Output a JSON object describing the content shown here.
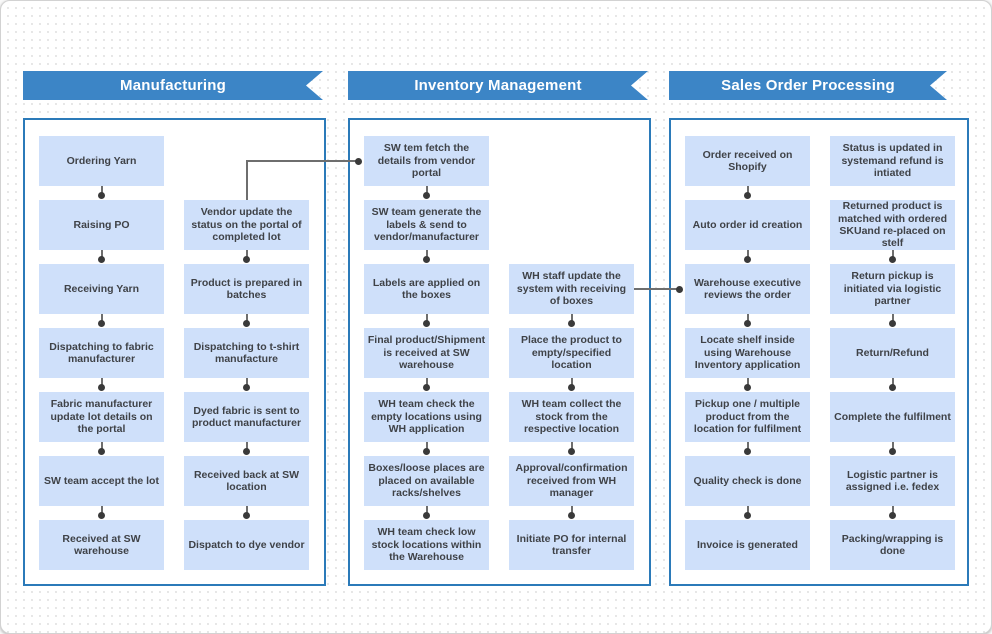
{
  "diagram": {
    "colors": {
      "banner_blue": "#3c85c6",
      "lane_border_blue": "#2b7ab9",
      "box_fill": "#cfe0fa",
      "box_text": "#3f4247",
      "connector_line": "#6e6e6e",
      "connector_dot": "#3a3a3a"
    },
    "lanes": [
      {
        "title": "Manufacturing",
        "columns": [
          {
            "boxes": [
              {
                "row": 0,
                "label": "Ordering Yarn"
              },
              {
                "row": 1,
                "label": "Raising PO"
              },
              {
                "row": 2,
                "label": "Receiving Yarn"
              },
              {
                "row": 3,
                "label": "Dispatching to fabric manufacturer"
              },
              {
                "row": 4,
                "label": "Fabric manufacturer update lot details on the portal"
              },
              {
                "row": 5,
                "label": "SW team accept the lot"
              },
              {
                "row": 6,
                "label": "Received at SW warehouse"
              }
            ]
          },
          {
            "boxes": [
              {
                "row": 1,
                "label": "Vendor update the status on the portal of completed lot"
              },
              {
                "row": 2,
                "label": "Product is prepared in batches"
              },
              {
                "row": 3,
                "label": "Dispatching to t-shirt manufacture"
              },
              {
                "row": 4,
                "label": "Dyed fabric is sent to product manufacturer"
              },
              {
                "row": 5,
                "label": "Received back at SW location"
              },
              {
                "row": 6,
                "label": "Dispatch to dye vendor"
              }
            ]
          }
        ]
      },
      {
        "title": "Inventory Management",
        "columns": [
          {
            "boxes": [
              {
                "row": 0,
                "label": "SW tem fetch the details from vendor portal"
              },
              {
                "row": 1,
                "label": "SW team generate the labels & send to vendor/manufacturer"
              },
              {
                "row": 2,
                "label": "Labels are applied on the boxes"
              },
              {
                "row": 3,
                "label": "Final product/Shipment is received at SW warehouse"
              },
              {
                "row": 4,
                "label": "WH team check the empty locations using WH application"
              },
              {
                "row": 5,
                "label": "Boxes/loose places are placed on available racks/shelves"
              },
              {
                "row": 6,
                "label": "WH team check low stock locations within the Warehouse"
              }
            ]
          },
          {
            "boxes": [
              {
                "row": 2,
                "label": "WH staff update the system with receiving of boxes"
              },
              {
                "row": 3,
                "label": "Place the product to empty/specified location"
              },
              {
                "row": 4,
                "label": "WH team collect the stock from the respective location"
              },
              {
                "row": 5,
                "label": "Approval/confirmation received from WH manager"
              },
              {
                "row": 6,
                "label": "Initiate PO for internal transfer"
              }
            ]
          }
        ]
      },
      {
        "title": "Sales Order Processing",
        "columns": [
          {
            "boxes": [
              {
                "row": 0,
                "label": "Order received on Shopify"
              },
              {
                "row": 1,
                "label": "Auto order id creation"
              },
              {
                "row": 2,
                "label": "Warehouse executive reviews the order"
              },
              {
                "row": 3,
                "label": "Locate shelf inside using Warehouse Inventory application"
              },
              {
                "row": 4,
                "label": "Pickup one / multiple product from the location for fulfilment"
              },
              {
                "row": 5,
                "label": "Quality check is done"
              },
              {
                "row": 6,
                "label": "Invoice is generated"
              }
            ]
          },
          {
            "boxes": [
              {
                "row": 0,
                "label": "Status is updated in systemand refund is intiated",
                "connector_below": false
              },
              {
                "row": 1,
                "label": "Returned product is matched with ordered SKUand re-placed on stelf"
              },
              {
                "row": 2,
                "label": "Return pickup is initiated via logistic partner"
              },
              {
                "row": 3,
                "label": "Return/Refund"
              },
              {
                "row": 4,
                "label": "Complete the fulfilment"
              },
              {
                "row": 5,
                "label": "Logistic partner is assigned i.e. fedex"
              },
              {
                "row": 6,
                "label": "Packing/wrapping is done"
              }
            ]
          }
        ]
      }
    ],
    "cross_connectors": [
      {
        "shape": "elbow",
        "description": "Vendor update the status -> SW tem fetch the details",
        "from": {
          "lane": 0,
          "col": 1,
          "row": 1,
          "side": "top"
        },
        "to": {
          "lane": 1,
          "col": 0,
          "row": 0,
          "side": "left"
        }
      },
      {
        "shape": "straight",
        "description": "WH staff update the system -> Warehouse executive reviews the order",
        "from": {
          "lane": 1,
          "col": 1,
          "row": 2,
          "side": "right"
        },
        "to": {
          "lane": 2,
          "col": 0,
          "row": 2,
          "side": "left"
        }
      }
    ]
  }
}
